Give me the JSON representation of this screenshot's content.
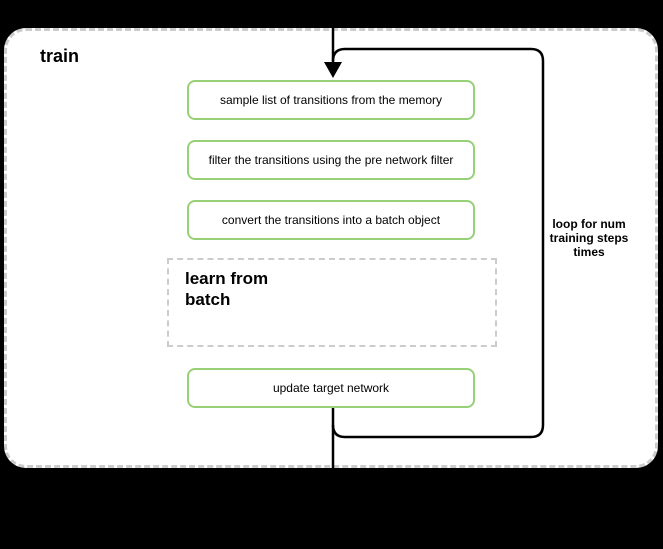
{
  "theme": {
    "canvas-bg": "#000000",
    "panel-bg": "#ffffff",
    "dash-gray": "#cccccc",
    "line-black": "#000000",
    "node-green": "#97d077",
    "text-color": "#000000"
  },
  "container": {
    "title": "train"
  },
  "steps": [
    {
      "label": "sample list of transitions from the memory"
    },
    {
      "label": "filter the transitions using the pre network filter"
    },
    {
      "label": "convert the transitions into a batch object"
    }
  ],
  "subprocess": {
    "label": "learn from\nbatch"
  },
  "final_step": {
    "label": "update target network"
  },
  "loop": {
    "label": "loop for num\ntraining steps\ntimes"
  }
}
